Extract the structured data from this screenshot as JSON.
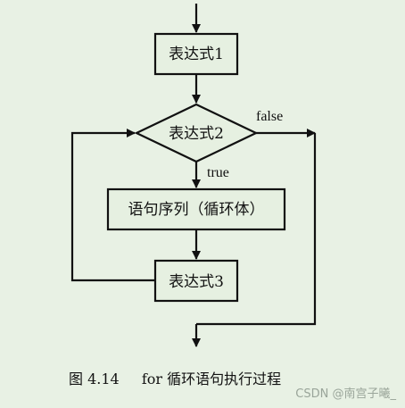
{
  "diagram": {
    "nodes": {
      "expr1": "表达式1",
      "expr2": "表达式2",
      "loop_body": "语句序列（循环体）",
      "expr3": "表达式3"
    },
    "edges": {
      "false_label": "false",
      "true_label": "true"
    }
  },
  "caption": {
    "figure_no": "图 4.14",
    "title": "for 循环语句执行过程"
  },
  "watermark": "CSDN @南宫子曦_",
  "colors": {
    "background": "#e8f1e4",
    "box_fill": "#e6f0e1",
    "stroke": "#111111"
  }
}
